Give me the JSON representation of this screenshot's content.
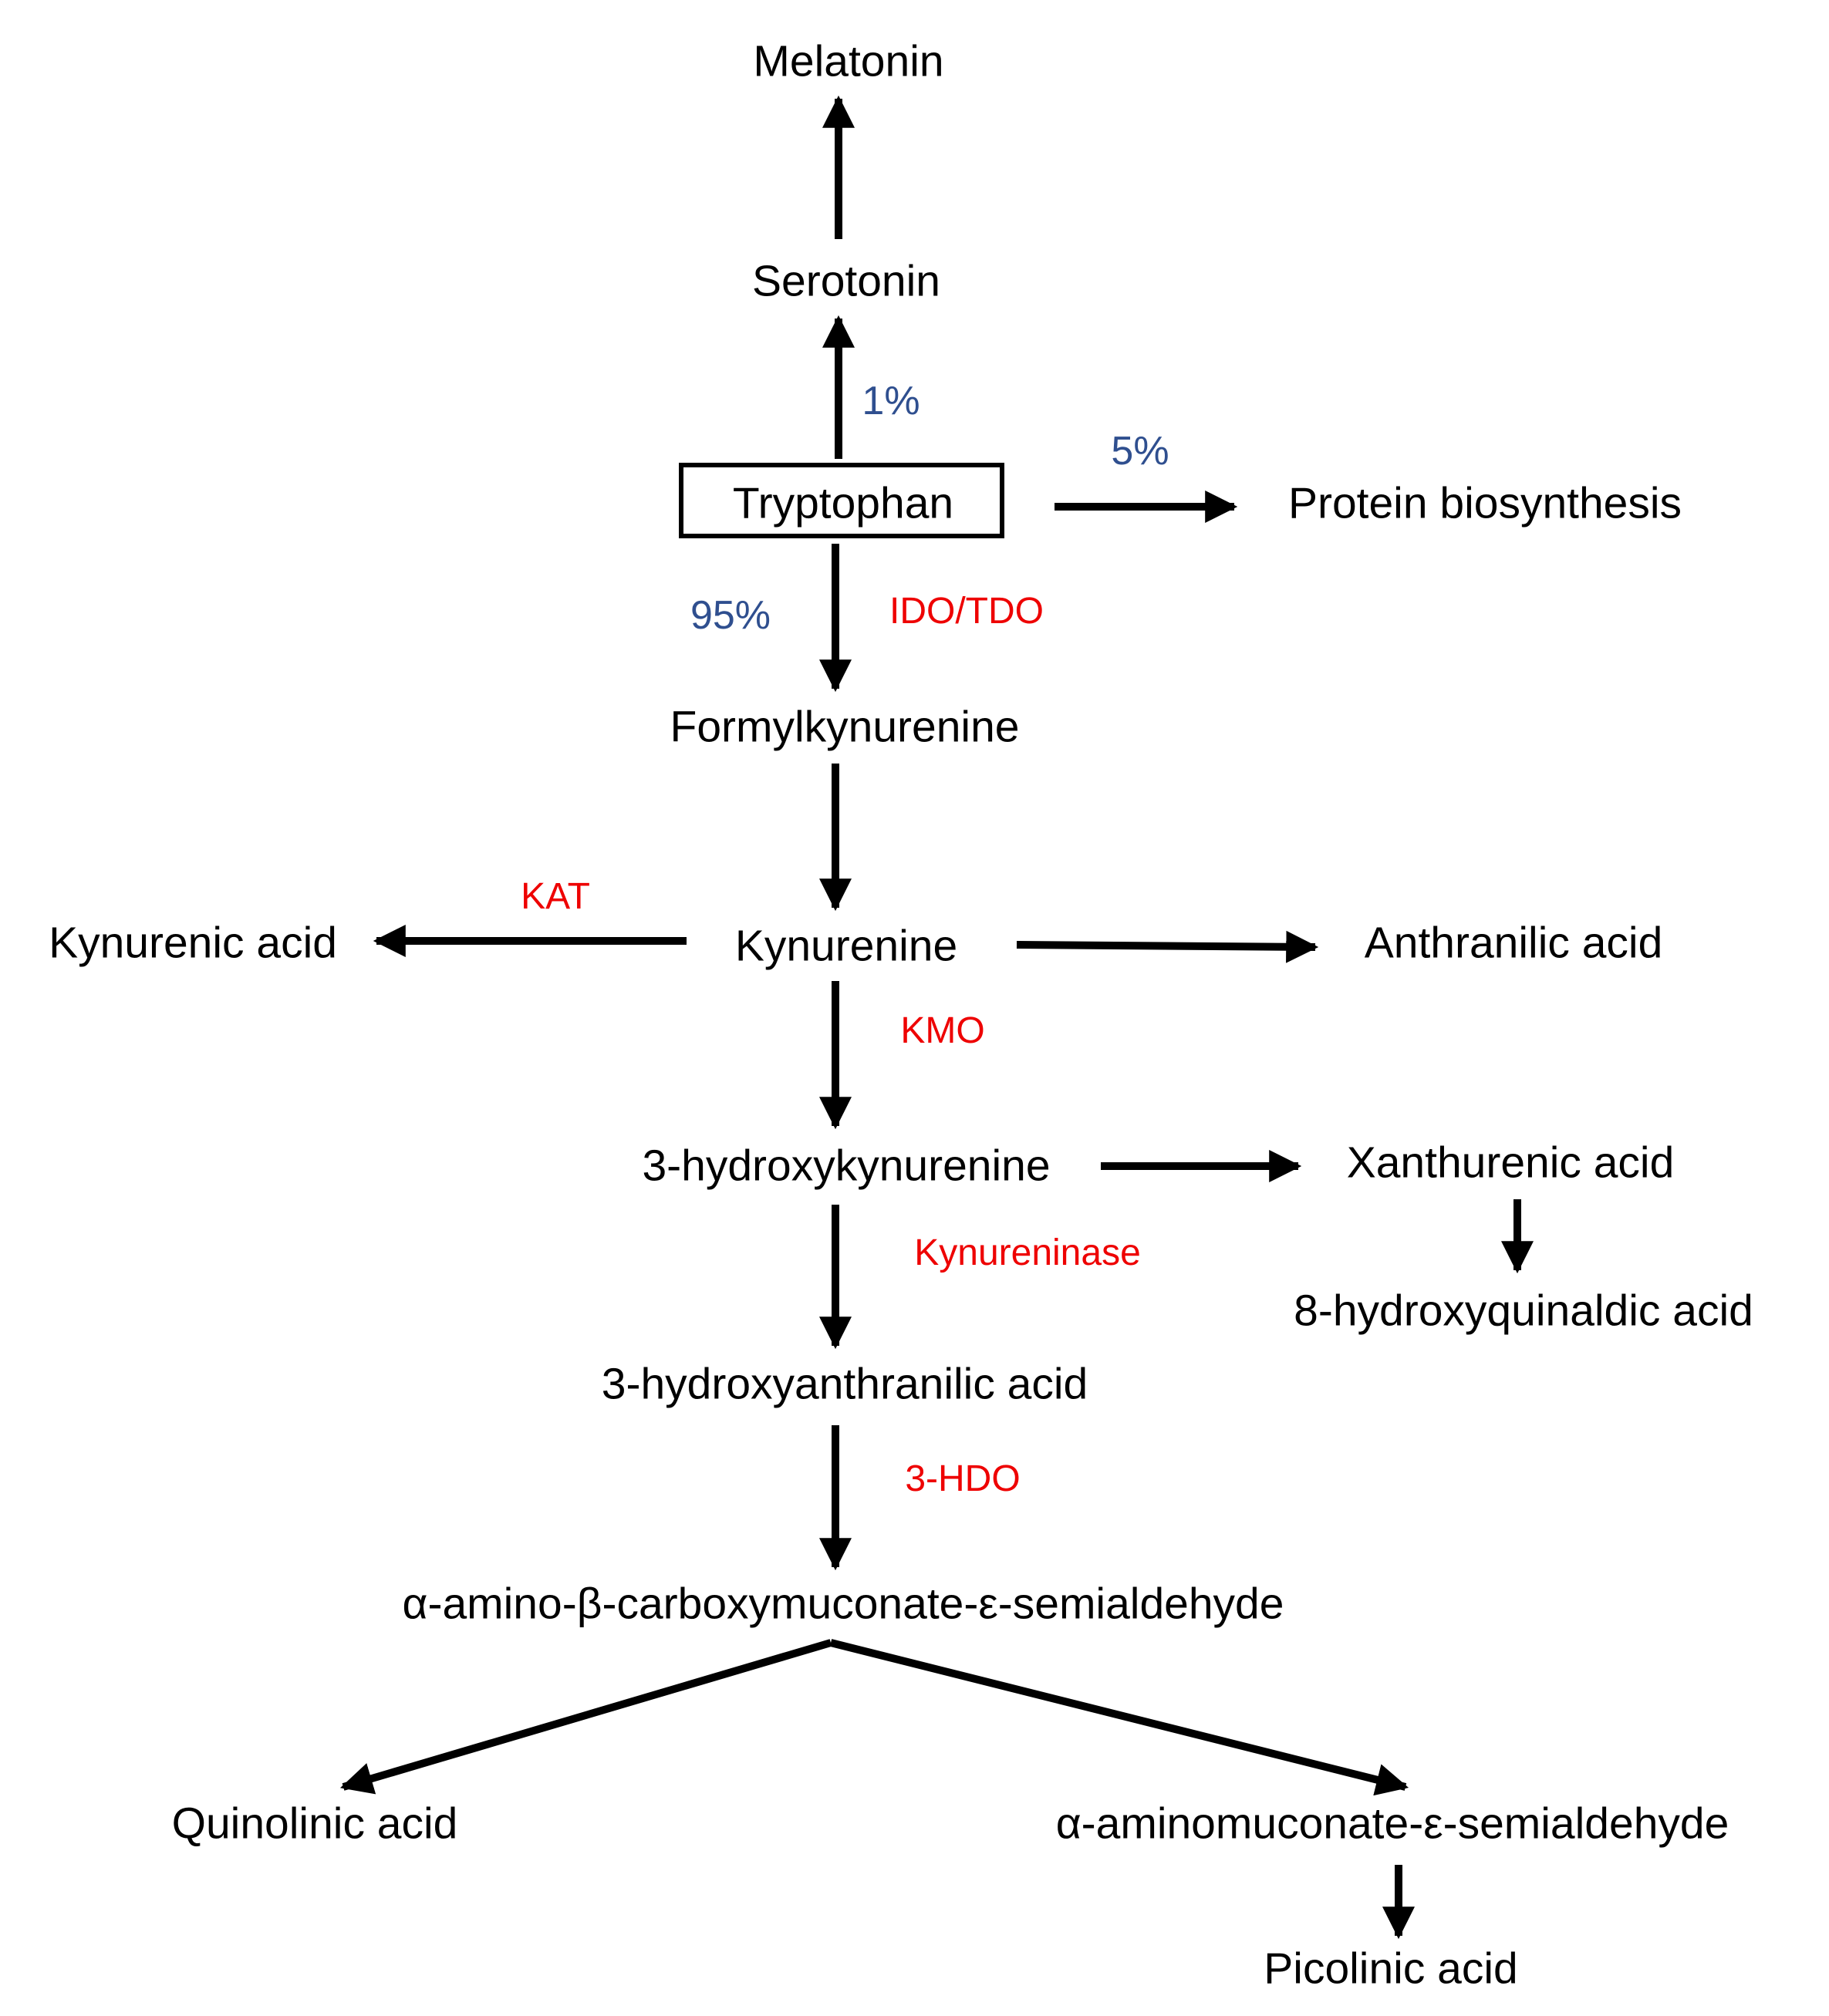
{
  "nodes": {
    "melatonin": "Melatonin",
    "serotonin": "Serotonin",
    "tryptophan": "Tryptophan",
    "protein_biosynthesis": "Protein biosynthesis",
    "formylkynurenine": "Formylkynurenine",
    "kynurenic_acid": "Kynurenic acid",
    "kynurenine": "Kynurenine",
    "anthranilic_acid": "Anthranilic acid",
    "hydroxykynurenine": "3-hydroxykynurenine",
    "xanthurenic_acid": "Xanthurenic acid",
    "hydroxyquinaldic_acid": "8-hydroxyquinaldic acid",
    "hydroxyanthranilic_acid": "3-hydroxyanthranilic acid",
    "acms": "α-amino-β-carboxymuconate-ε-semialdehyde",
    "quinolinic_acid": "Quinolinic acid",
    "ams": "α-aminomuconate-ε-semialdehyde",
    "picolinic_acid": "Picolinic acid"
  },
  "percentages": {
    "serotonin_path": "1%",
    "protein_path": "5%",
    "kynurenine_path": "95%"
  },
  "enzymes": {
    "ido_tdo": "IDO/TDO",
    "kat": "KAT",
    "kmo": "KMO",
    "kynureninase": "Kynureninase",
    "hdo": "3-HDO"
  },
  "colors": {
    "percentage_text": "#2F4F8F",
    "enzyme_text": "#EE0000",
    "node_text": "#000000",
    "arrow": "#000000"
  }
}
